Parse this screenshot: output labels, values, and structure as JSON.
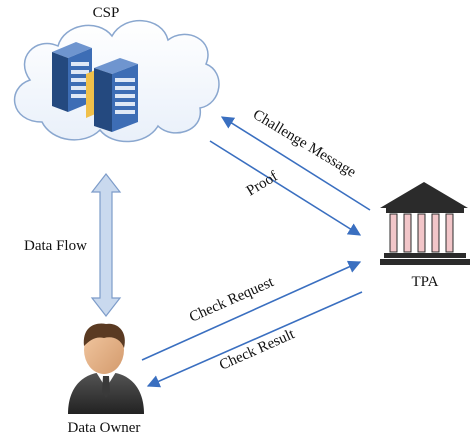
{
  "nodes": {
    "csp": {
      "label": "CSP"
    },
    "tpa": {
      "label": "TPA"
    },
    "owner": {
      "label": "Data Owner"
    }
  },
  "edges": {
    "data_flow": {
      "label": "Data Flow"
    },
    "challenge": {
      "label": "Challenge Message"
    },
    "proof": {
      "label": "Proof"
    },
    "check_request": {
      "label": "Check Request"
    },
    "check_result": {
      "label": "Check Result"
    }
  },
  "colors": {
    "arrow": "#3a6fc0",
    "data_flow_fill": "#c9d9ee",
    "data_flow_stroke": "#7d9cc9",
    "cloud_stroke": "#8aa7cf",
    "server_front": "#3d6db5",
    "server_side": "#24497f",
    "tpa_pillar": "#f2c6c9",
    "tpa_roof": "#2b2b2b",
    "person_shirt": "#3a3a3a",
    "person_skin": "#e8b48c",
    "person_hair": "#5a3a22"
  }
}
